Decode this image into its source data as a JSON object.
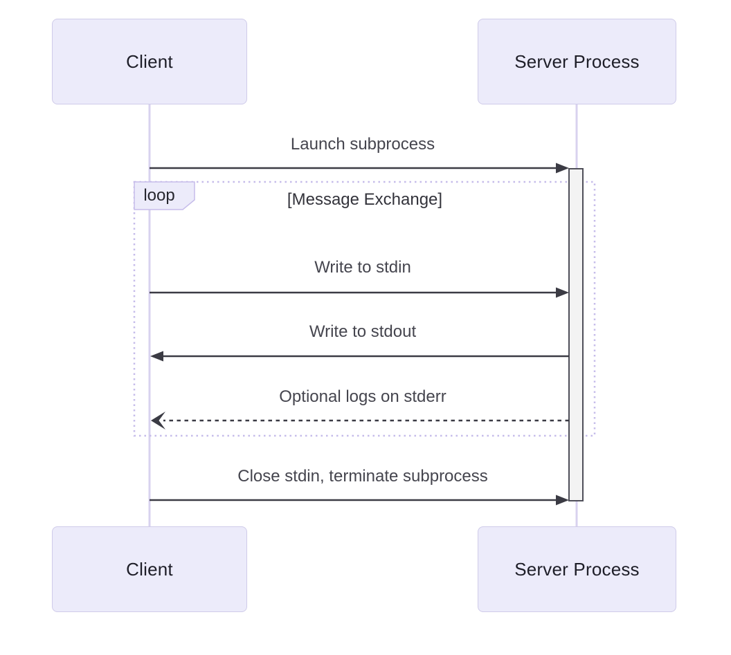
{
  "diagram": {
    "type": "sequence-diagram",
    "actors": [
      {
        "name": "Client"
      },
      {
        "name": "Server Process"
      }
    ],
    "messages": [
      {
        "label": "Launch subprocess",
        "from": "Client",
        "to": "Server Process",
        "line": "solid",
        "arrowhead": "filled"
      },
      {
        "label": "Write to stdin",
        "from": "Client",
        "to": "Server Process",
        "line": "solid",
        "arrowhead": "filled"
      },
      {
        "label": "Write to stdout",
        "from": "Server Process",
        "to": "Client",
        "line": "solid",
        "arrowhead": "filled"
      },
      {
        "label": "Optional logs on stderr",
        "from": "Server Process",
        "to": "Client",
        "line": "dashed",
        "arrowhead": "open"
      },
      {
        "label": "Close stdin, terminate subprocess",
        "from": "Client",
        "to": "Server Process",
        "line": "solid",
        "arrowhead": "filled"
      }
    ],
    "loop": {
      "keyword": "loop",
      "condition": "[Message Exchange]",
      "contains": [
        "Write to stdin",
        "Write to stdout",
        "Optional logs on stderr"
      ]
    },
    "activation": {
      "actor": "Server Process",
      "starts_at": "Launch subprocess",
      "ends_at": "Close stdin, terminate subprocess"
    },
    "colors": {
      "background": "#FFFFFF",
      "actor_fill": "#ECEBFA",
      "actor_border": "#CFCBE9",
      "lifeline": "#D8D2EF",
      "loop_border": "#C6BCEA",
      "loop_tab_fill": "#ECEBFA",
      "activation_fill": "#F3F3F3",
      "activation_border": "#4E4E58",
      "arrow": "#3B3B44",
      "text": "#45454E"
    }
  }
}
